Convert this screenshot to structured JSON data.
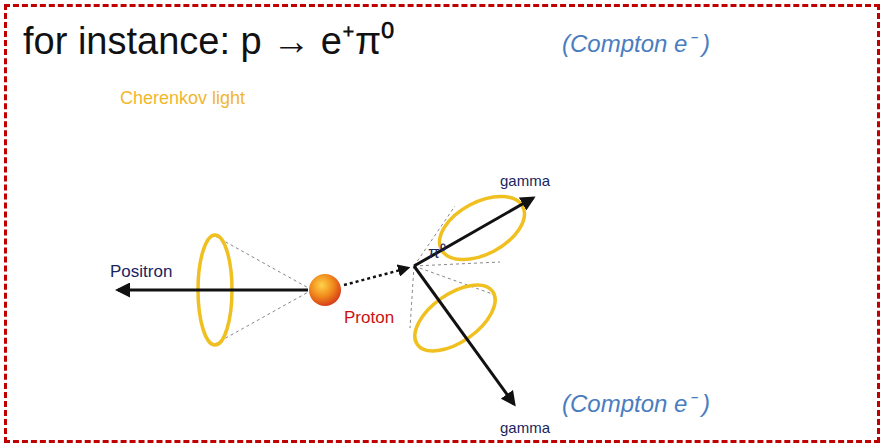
{
  "diagram": {
    "nodes": [
      {
        "text": [
          "for instance: p → e⁺π⁰"
        ]
      },
      {
        "text": [
          "Proton"
        ],
        "in": 0
      }
    ],
    "labels": [
      "Cherenkov light",
      "gamma",
      "(Compton e⁻ )",
      "Positron",
      "π⁰",
      "gamma",
      "(Compton e⁻ )"
    ]
  }
}
